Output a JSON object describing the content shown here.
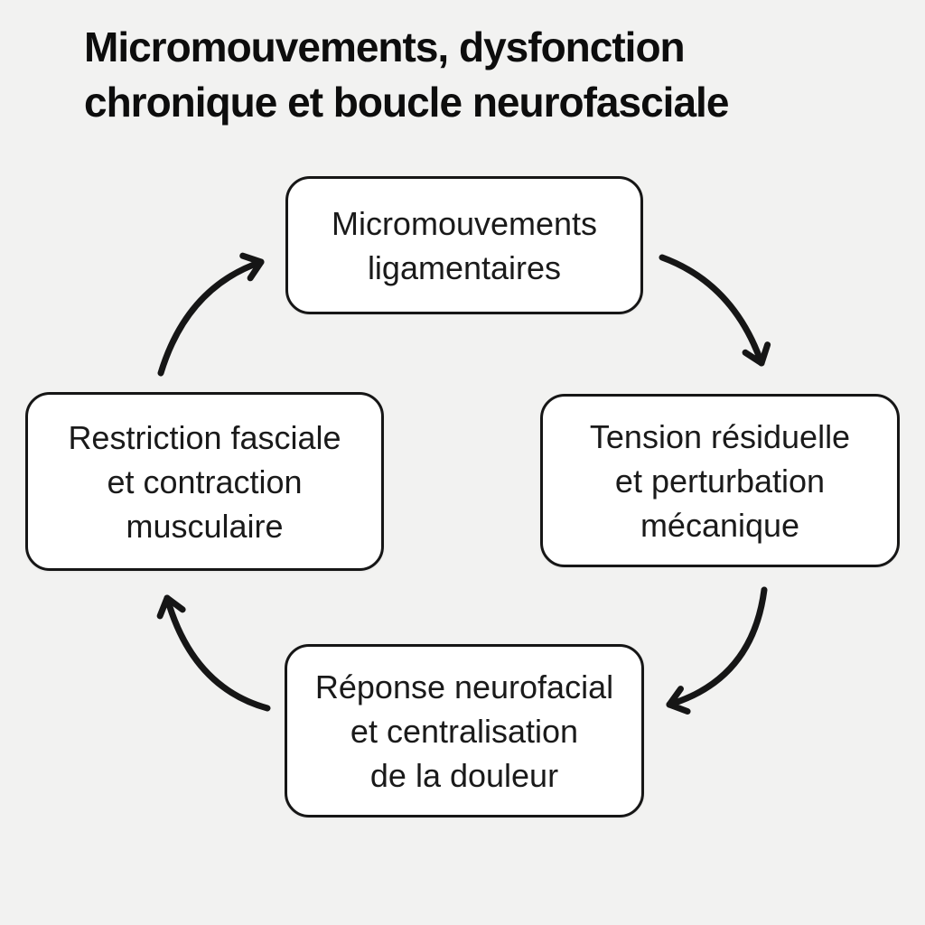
{
  "title": {
    "lines": [
      "Micromouvements, dysfonction",
      "chronique et boucle neurofasciale"
    ],
    "full": "Micromouvements, dysfonction chronique et boucle neurofasciale"
  },
  "diagram": {
    "type": "cycle",
    "direction": "clockwise",
    "colors": {
      "background": "#f2f2f1",
      "node_fill": "#ffffff",
      "node_border": "#161616",
      "arrow": "#161616",
      "text": "#1a1a1a",
      "title_text": "#0d0d0d"
    }
  },
  "nodes": [
    {
      "id": "micromouvements-ligamentaires",
      "position": "top",
      "label": "Micromouvements ligamentaires",
      "lines": [
        "Micromouvements",
        "ligamentaires"
      ]
    },
    {
      "id": "tension-residuelle",
      "position": "right",
      "label": "Tension résiduelle et perturbation mécanique",
      "lines": [
        "Tension résiduelle",
        "et perturbation",
        "mécanique"
      ]
    },
    {
      "id": "reponse-neurofacial",
      "position": "bottom",
      "label": "Réponse neurofacial et centralisation de la douleur",
      "lines": [
        "Réponse neurofacial",
        "et centralisation",
        "de la douleur"
      ]
    },
    {
      "id": "restriction-fasciale",
      "position": "left",
      "label": "Restriction fasciale et contraction musculaire",
      "lines": [
        "Restriction fasciale",
        "et contraction",
        "musculaire"
      ]
    }
  ],
  "arrows": [
    {
      "from": "micromouvements-ligamentaires",
      "to": "tension-residuelle"
    },
    {
      "from": "tension-residuelle",
      "to": "reponse-neurofacial"
    },
    {
      "from": "reponse-neurofacial",
      "to": "restriction-fasciale"
    },
    {
      "from": "restriction-fasciale",
      "to": "micromouvements-ligamentaires"
    }
  ]
}
